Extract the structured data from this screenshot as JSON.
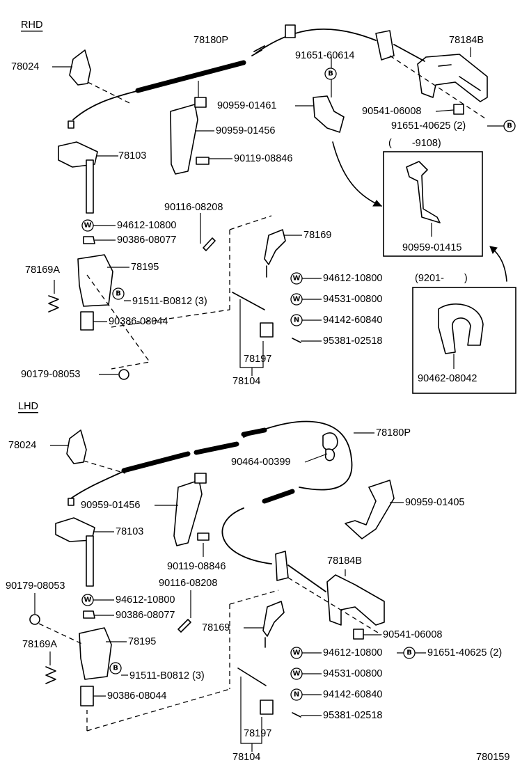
{
  "diagram_id": "780159",
  "sections": [
    {
      "name": "RHD"
    },
    {
      "name": "LHD"
    }
  ],
  "labels": {
    "rhd_78024": "78024",
    "rhd_78180P": "78180P",
    "rhd_91651_60614": "91651-60614",
    "rhd_78184B": "78184B",
    "rhd_90959_01461": "90959-01461",
    "rhd_90541_06008": "90541-06008",
    "rhd_91651_40625": "91651-40625 (2)",
    "rhd_90959_01456": "90959-01456",
    "rhd_78103": "78103",
    "rhd_90119_08846": "90119-08846",
    "rhd_90116_08208": "90116-08208",
    "rhd_94612_10800_a": "94612-10800",
    "rhd_90386_08077": "90386-08077",
    "rhd_78169": "78169",
    "rhd_78169A": "78169A",
    "rhd_78195": "78195",
    "rhd_91511_B0812": "91511-B0812 (3)",
    "rhd_90386_08044": "90386-08044",
    "rhd_94612_10800_b": "94612-10800",
    "rhd_94531_00800": "94531-00800",
    "rhd_94142_60840": "94142-60840",
    "rhd_95381_02518": "95381-02518",
    "rhd_78197": "78197",
    "rhd_78104": "78104",
    "rhd_90179_08053": "90179-08053",
    "inset1_range": "(　　-9108)",
    "inset1_part": "90959-01415",
    "inset2_range": "(9201-　　)",
    "inset2_part": "90462-08042",
    "lhd_78024": "78024",
    "lhd_78180P": "78180P",
    "lhd_90464_00399": "90464-00399",
    "lhd_90959_01456": "90959-01456",
    "lhd_90959_01405": "90959-01405",
    "lhd_78103": "78103",
    "lhd_90119_08846": "90119-08846",
    "lhd_90179_08053": "90179-08053",
    "lhd_90116_08208": "90116-08208",
    "lhd_78184B": "78184B",
    "lhd_94612_10800_a": "94612-10800",
    "lhd_90386_08077": "90386-08077",
    "lhd_78169": "78169",
    "lhd_78169A": "78169A",
    "lhd_78195": "78195",
    "lhd_90541_06008": "90541-06008",
    "lhd_94612_10800_b": "94612-10800",
    "lhd_91651_40625": "91651-40625 (2)",
    "lhd_91511_B0812": "91511-B0812 (3)",
    "lhd_94531_00800": "94531-00800",
    "lhd_90386_08044": "90386-08044",
    "lhd_94142_60840": "94142-60840",
    "lhd_95381_02518": "95381-02518",
    "lhd_78197": "78197",
    "lhd_78104": "78104"
  },
  "symbols": {
    "w": "W",
    "n": "N",
    "b": "B"
  }
}
